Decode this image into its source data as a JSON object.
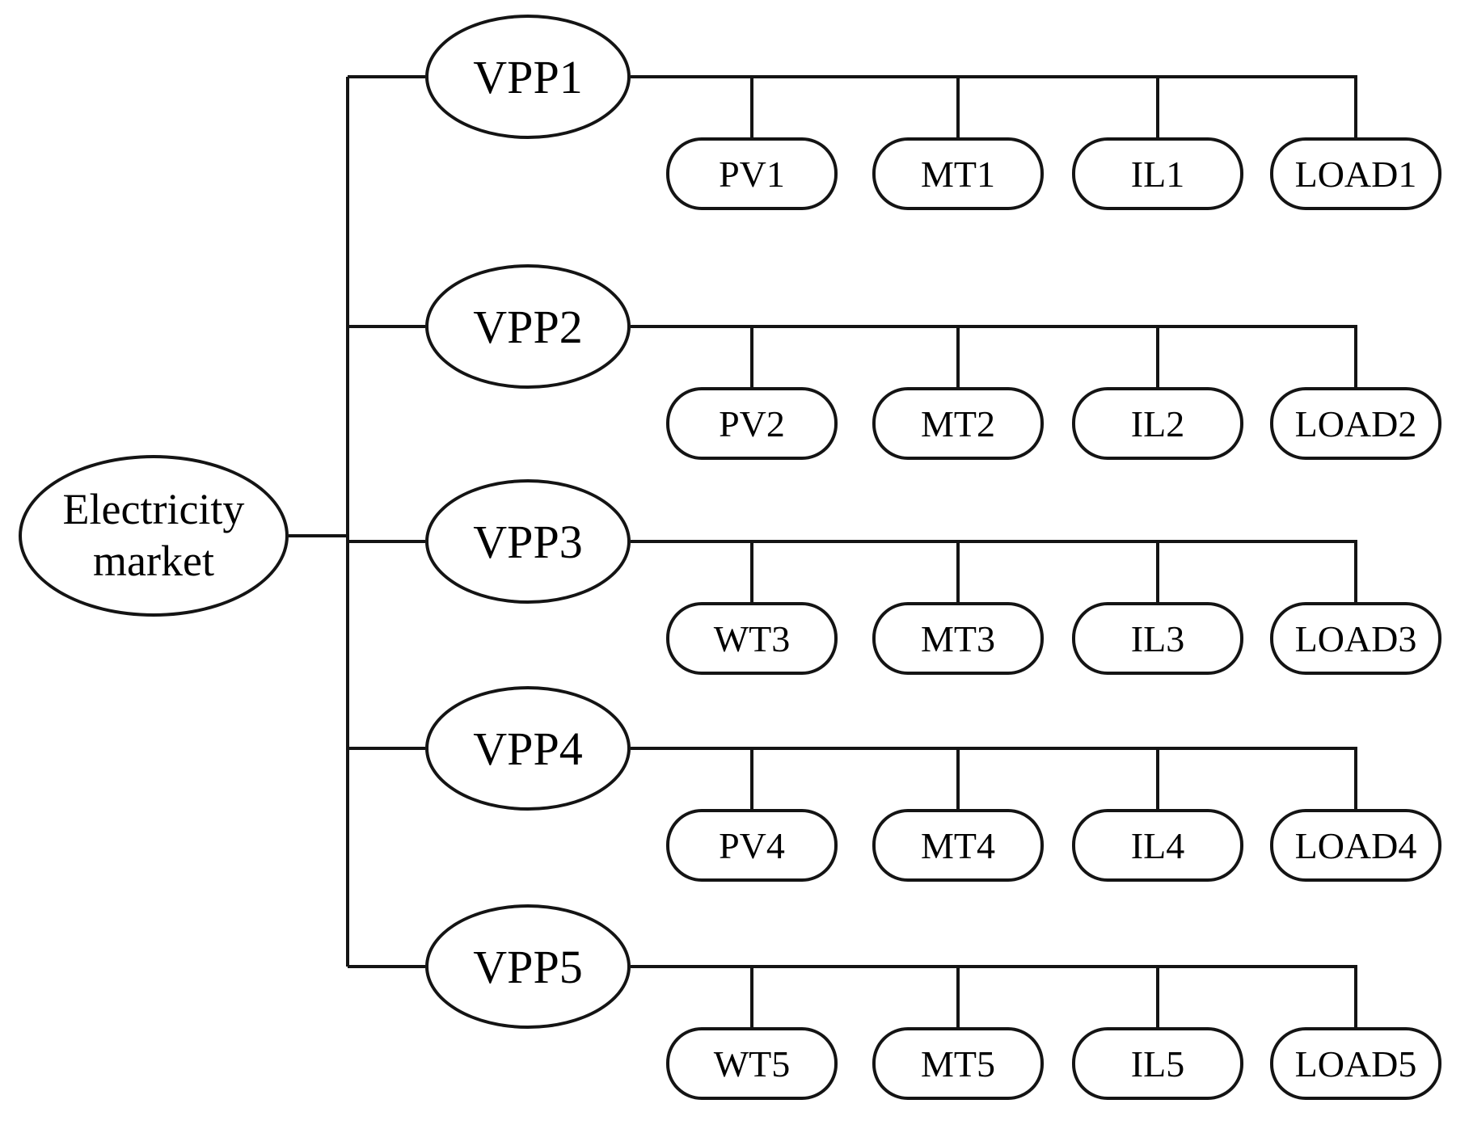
{
  "colors": {
    "background": "#ffffff",
    "stroke": "#141414",
    "text": "#000000"
  },
  "market": {
    "label": "Electricity market"
  },
  "vpps": [
    {
      "label": "VPP1",
      "children": [
        "PV1",
        "MT1",
        "IL1",
        "LOAD1"
      ]
    },
    {
      "label": "VPP2",
      "children": [
        "PV2",
        "MT2",
        "IL2",
        "LOAD2"
      ]
    },
    {
      "label": "VPP3",
      "children": [
        "WT3",
        "MT3",
        "IL3",
        "LOAD3"
      ]
    },
    {
      "label": "VPP4",
      "children": [
        "PV4",
        "MT4",
        "IL4",
        "LOAD4"
      ]
    },
    {
      "label": "VPP5",
      "children": [
        "WT5",
        "MT5",
        "IL5",
        "LOAD5"
      ]
    }
  ]
}
